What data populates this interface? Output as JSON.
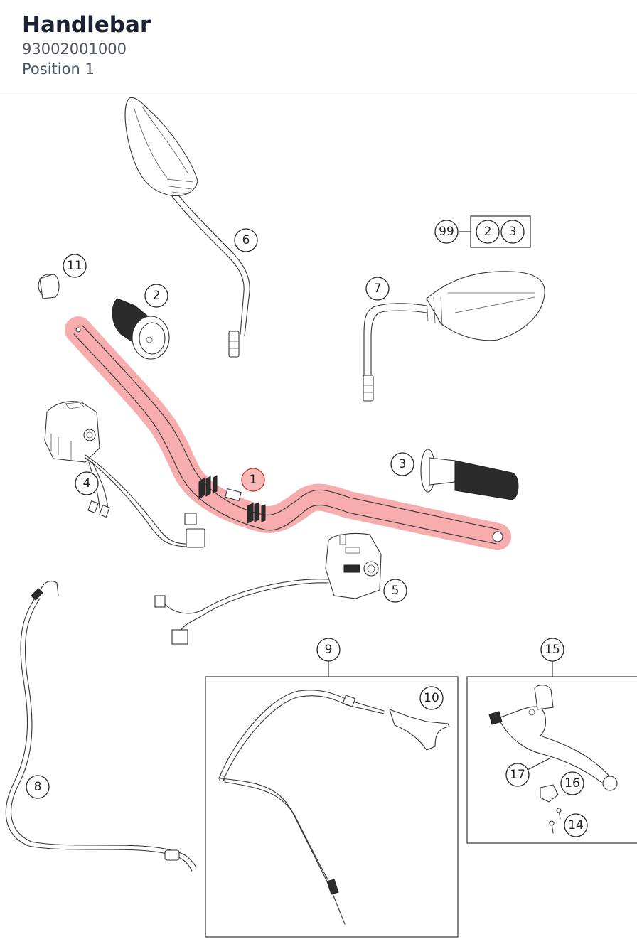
{
  "header": {
    "title": "Handlebar",
    "part_number": "93002001000",
    "position": "Position 1"
  },
  "colors": {
    "highlight": "#f06a6a",
    "title_text": "#1b2333",
    "subtitle_text": "#4b5563"
  },
  "callouts": {
    "handlebar": "1",
    "grip_left": "2",
    "grip_right": "3",
    "switch_left": "4",
    "switch_right": "5",
    "mirror_left": "6",
    "mirror_right": "7",
    "cable_8": "8",
    "box_9": "9",
    "part_10": "10",
    "bushing_11": "11",
    "screw_14": "14",
    "box_15": "15",
    "part_16": "16",
    "lever_17": "17",
    "kit_99": "99",
    "kit_2": "2",
    "kit_3": "3"
  },
  "highlighted_part": "1"
}
